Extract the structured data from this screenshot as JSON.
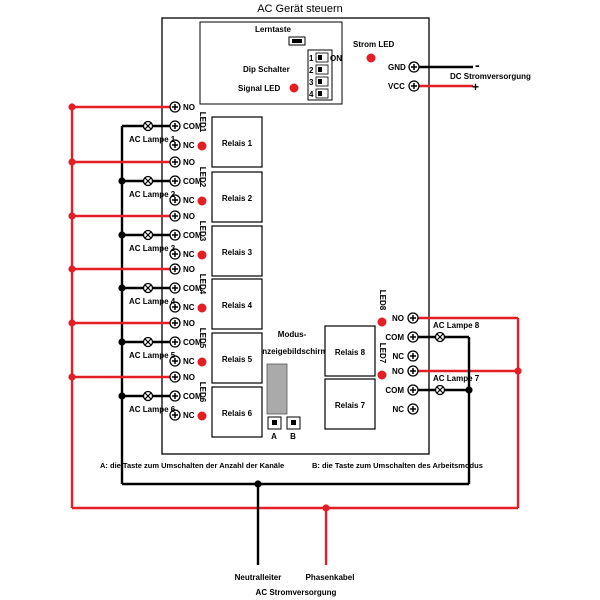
{
  "title": "AC Gerät steuern",
  "control_panel": {
    "learn_button": "Lerntaste",
    "dip_label": "Dip Schalter",
    "dip_numbers": [
      "1",
      "2",
      "3",
      "4"
    ],
    "dip_on": "ON",
    "signal_led": "Signal LED",
    "power_led": "Strom LED"
  },
  "power": {
    "gnd": "GND",
    "vcc": "VCC",
    "minus": "-",
    "plus": "+",
    "dc_label": "DC Stromversorgung"
  },
  "terminals": {
    "no": "NO",
    "com": "COM",
    "nc": "NC"
  },
  "relays_left": [
    {
      "relay": "Relais 1",
      "led": "LED1",
      "lamp": "AC Lampe 1"
    },
    {
      "relay": "Relais 2",
      "led": "LED2",
      "lamp": "AC Lampe 2"
    },
    {
      "relay": "Relais 3",
      "led": "LED3",
      "lamp": "AC Lampe 3"
    },
    {
      "relay": "Relais 4",
      "led": "LED4",
      "lamp": "AC Lampe 4"
    },
    {
      "relay": "Relais 5",
      "led": "LED5",
      "lamp": "AC Lampe 5"
    },
    {
      "relay": "Relais 6",
      "led": "LED6",
      "lamp": "AC Lampe 6"
    }
  ],
  "relays_right": [
    {
      "relay": "Relais 8",
      "led": "LED8",
      "lamp": "AC Lampe 8"
    },
    {
      "relay": "Relais 7",
      "led": "LED7",
      "lamp": "AC Lampe 7"
    }
  ],
  "mode_display": {
    "line1": "Modus-",
    "line2": "Anzeigebildschirm"
  },
  "buttons": {
    "a": "A",
    "b": "B"
  },
  "captions": {
    "a": "A: die Taste zum Umschalten der Anzahl der Kanäle",
    "b": "B: die Taste zum Umschalten des Arbeitsmodus"
  },
  "ac_supply": {
    "neutral": "Neutralleiter",
    "phase": "Phasenkabel",
    "label": "AC Stromversorgung"
  },
  "colors": {
    "phase": "#e31e24",
    "neutral": "#000000",
    "led": "#e31e24"
  }
}
